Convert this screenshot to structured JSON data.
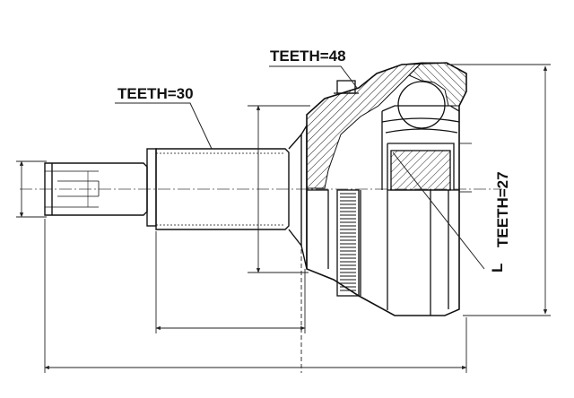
{
  "labels": {
    "teeth_spline": "TEETH=30",
    "teeth_abs_ring": "TEETH=48",
    "teeth_inner": "TEETH=27",
    "dim_length_mark": "L"
  }
}
